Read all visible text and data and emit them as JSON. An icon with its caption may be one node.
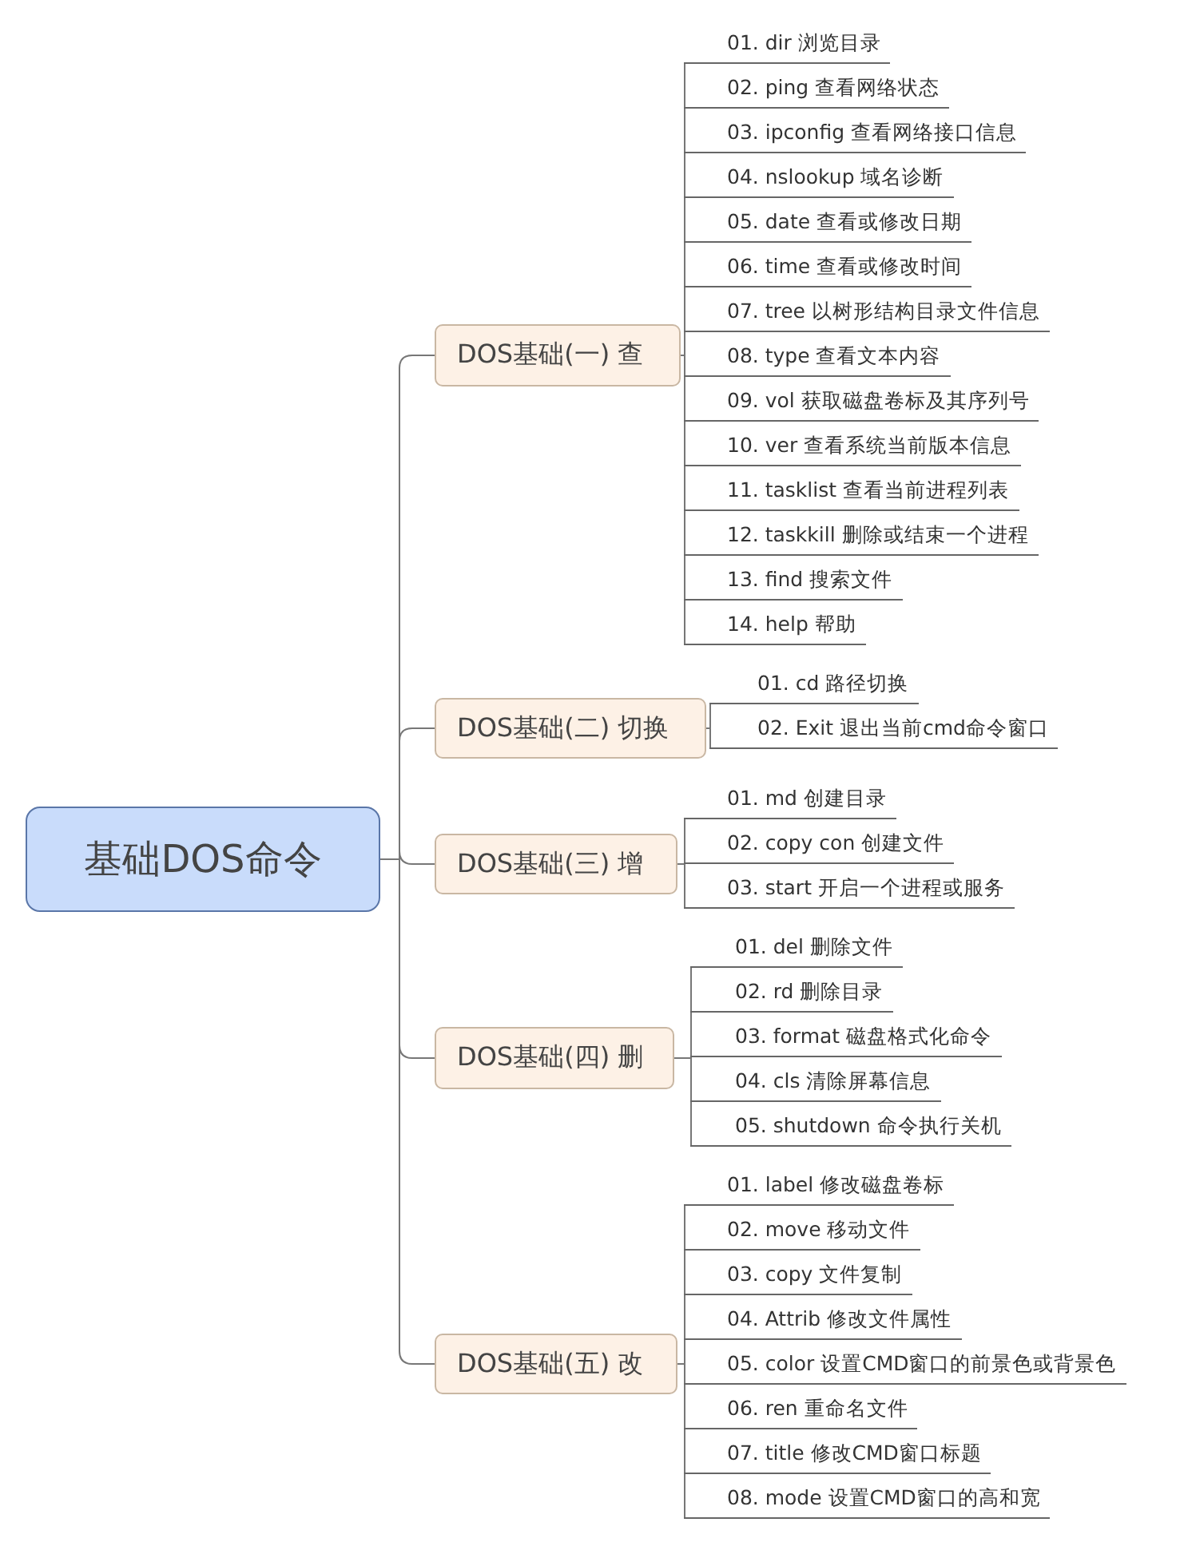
{
  "diagram": {
    "nodes": [
      {
        "text": [
          "基础DOS命令"
        ]
      },
      {
        "text": [
          "DOS基础(一) 查"
        ]
      },
      {
        "text": [
          "01. dir 浏览目录"
        ]
      },
      {
        "text": [
          "02. ping 查看网络状态"
        ]
      },
      {
        "text": [
          "03. ipconfig 查看网络接口信息"
        ]
      },
      {
        "text": [
          "04. nslookup 域名诊断"
        ]
      },
      {
        "text": [
          "05. date 查看或修改日期"
        ]
      },
      {
        "text": [
          "06. time 查看或修改时间"
        ]
      },
      {
        "text": [
          "07. tree 以树形结构目录文件信息"
        ]
      },
      {
        "text": [
          "08. type 查看文本内容"
        ]
      },
      {
        "text": [
          "09. vol 获取磁盘卷标及其序列号"
        ]
      },
      {
        "text": [
          "10. ver 查看系统当前版本信息"
        ]
      },
      {
        "text": [
          "11. tasklist 查看当前进程列表"
        ]
      },
      {
        "text": [
          "12. taskkill 删除或结束一个进程"
        ]
      },
      {
        "text": [
          "13. find 搜索文件"
        ]
      },
      {
        "text": [
          "14. help 帮助"
        ]
      },
      {
        "text": [
          "DOS基础(二) 切换"
        ]
      },
      {
        "text": [
          "01. cd 路径切换"
        ]
      },
      {
        "text": [
          "02. Exit 退出当前cmd命令窗口"
        ]
      },
      {
        "text": [
          "DOS基础(三) 增"
        ]
      },
      {
        "text": [
          "01. md 创建目录"
        ]
      },
      {
        "text": [
          "02. copy con 创建文件"
        ]
      },
      {
        "text": [
          "03. start 开启一个进程或服务"
        ]
      },
      {
        "text": [
          "DOS基础(四) 删"
        ]
      },
      {
        "text": [
          "01. del 删除文件"
        ]
      },
      {
        "text": [
          "02. rd 删除目录"
        ]
      },
      {
        "text": [
          "03. format 磁盘格式化命令"
        ]
      },
      {
        "text": [
          "04. cls 清除屏幕信息"
        ]
      },
      {
        "text": [
          "05. shutdown 命令执行关机"
        ]
      },
      {
        "text": [
          "DOS基础(五) 改"
        ]
      },
      {
        "text": [
          "01. label 修改磁盘卷标"
        ]
      },
      {
        "text": [
          "02. move 移动文件"
        ]
      },
      {
        "text": [
          "03. copy 文件复制"
        ]
      },
      {
        "text": [
          "04. Attrib 修改文件属性"
        ]
      },
      {
        "text": [
          "05. color 设置CMD窗口的前景色或背景色"
        ]
      },
      {
        "text": [
          "06. ren 重命名文件"
        ]
      },
      {
        "text": [
          "07. title 修改CMD窗口标题"
        ]
      },
      {
        "text": [
          "08. mode 设置CMD窗口的高和宽"
        ]
      }
    ],
    "edges": [
      {
        "from": 0,
        "to": 1,
        "arrow": "none"
      },
      {
        "from": 0,
        "to": 16,
        "arrow": "none"
      },
      {
        "from": 0,
        "to": 19,
        "arrow": "none"
      },
      {
        "from": 0,
        "to": 23,
        "arrow": "none"
      },
      {
        "from": 0,
        "to": 29,
        "arrow": "none"
      },
      {
        "from": 1,
        "to": 2,
        "arrow": "none"
      },
      {
        "from": 1,
        "to": 3,
        "arrow": "none"
      },
      {
        "from": 1,
        "to": 4,
        "arrow": "none"
      },
      {
        "from": 1,
        "to": 5,
        "arrow": "none"
      },
      {
        "from": 1,
        "to": 6,
        "arrow": "none"
      },
      {
        "from": 1,
        "to": 7,
        "arrow": "none"
      },
      {
        "from": 1,
        "to": 8,
        "arrow": "none"
      },
      {
        "from": 1,
        "to": 9,
        "arrow": "none"
      },
      {
        "from": 1,
        "to": 10,
        "arrow": "none"
      },
      {
        "from": 1,
        "to": 11,
        "arrow": "none"
      },
      {
        "from": 1,
        "to": 12,
        "arrow": "none"
      },
      {
        "from": 1,
        "to": 13,
        "arrow": "none"
      },
      {
        "from": 1,
        "to": 14,
        "arrow": "none"
      },
      {
        "from": 1,
        "to": 15,
        "arrow": "none"
      },
      {
        "from": 16,
        "to": 17,
        "arrow": "none"
      },
      {
        "from": 16,
        "to": 18,
        "arrow": "none"
      },
      {
        "from": 19,
        "to": 20,
        "arrow": "none"
      },
      {
        "from": 19,
        "to": 21,
        "arrow": "none"
      },
      {
        "from": 19,
        "to": 22,
        "arrow": "none"
      },
      {
        "from": 23,
        "to": 24,
        "arrow": "none"
      },
      {
        "from": 23,
        "to": 25,
        "arrow": "none"
      },
      {
        "from": 23,
        "to": 26,
        "arrow": "none"
      },
      {
        "from": 23,
        "to": 27,
        "arrow": "none"
      },
      {
        "from": 23,
        "to": 28,
        "arrow": "none"
      },
      {
        "from": 29,
        "to": 30,
        "arrow": "none"
      },
      {
        "from": 29,
        "to": 31,
        "arrow": "none"
      },
      {
        "from": 29,
        "to": 32,
        "arrow": "none"
      },
      {
        "from": 29,
        "to": 33,
        "arrow": "none"
      },
      {
        "from": 29,
        "to": 34,
        "arrow": "none"
      },
      {
        "from": 29,
        "to": 35,
        "arrow": "none"
      },
      {
        "from": 29,
        "to": 36,
        "arrow": "none"
      },
      {
        "from": 29,
        "to": 37,
        "arrow": "none"
      }
    ]
  }
}
